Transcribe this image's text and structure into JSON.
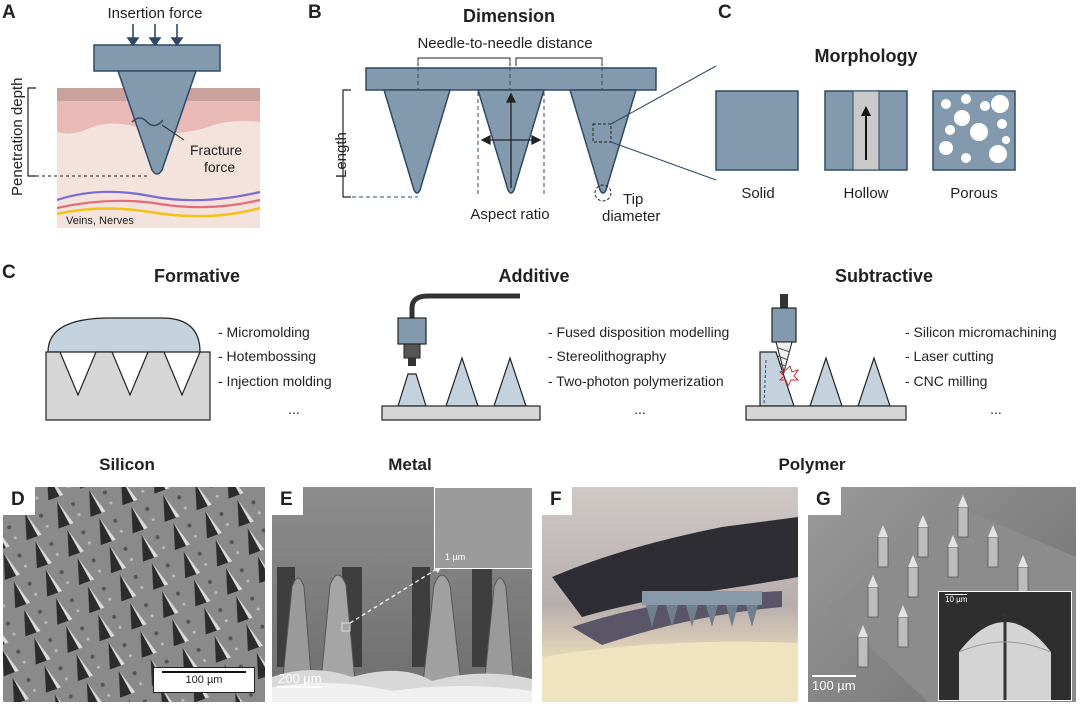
{
  "panelA": {
    "letter": "A",
    "insertion": "Insertion force",
    "penetration": "Penetration depth",
    "fracture1": "Fracture",
    "fracture2": "force",
    "veins": "Veins, Nerves"
  },
  "panelB": {
    "letter": "B",
    "title": "Dimension",
    "distance": "Needle-to-needle distance",
    "length": "Length",
    "aspect": "Aspect ratio",
    "tip1": "Tip",
    "tip2": "diameter"
  },
  "panelC": {
    "letter": "C",
    "title": "Morphology",
    "solid": "Solid",
    "hollow": "Hollow",
    "porous": "Porous"
  },
  "fabrication": {
    "letter": "C",
    "formative": {
      "title": "Formative",
      "items": [
        "- Micromolding",
        "- Hotembossing",
        "- Injection molding"
      ],
      "more": "..."
    },
    "additive": {
      "title": "Additive",
      "items": [
        "- Fused disposition modelling",
        "- Stereolithography",
        "- Two-photon polymerization"
      ],
      "more": "..."
    },
    "subtractive": {
      "title": "Subtractive",
      "items": [
        "- Silicon micromachining",
        "- Laser cutting",
        "- CNC milling"
      ],
      "more": "..."
    }
  },
  "materials": {
    "silicon": "Silicon",
    "metal": "Metal",
    "polymer": "Polymer"
  },
  "photos": {
    "D": {
      "letter": "D",
      "scale": "100 µm"
    },
    "E": {
      "letter": "E",
      "scale": "200 µm",
      "inset_scale": "1 µm"
    },
    "F": {
      "letter": "F"
    },
    "G": {
      "letter": "G",
      "scale": "100 µm",
      "inset_scale": "10 µm"
    }
  }
}
